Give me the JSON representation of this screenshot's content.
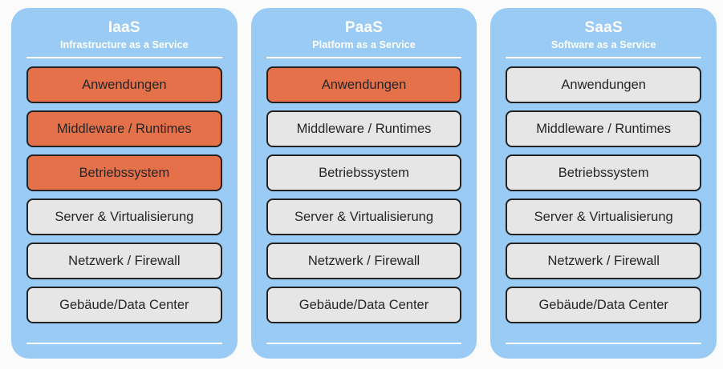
{
  "diagram": {
    "background_color": "#fbfbfb",
    "panel_color": "#9ACBF5",
    "highlight_color": "#E5714B",
    "neutral_color": "#E6E6E6",
    "border_color": "#222222",
    "header_text_color": "#ffffff",
    "label_text_color": "#262626"
  },
  "panels": [
    {
      "id": "iaas",
      "title": "IaaS",
      "subtitle": "Infrastructure as a Service",
      "layers": [
        {
          "label": "Anwendungen",
          "style": "highlight"
        },
        {
          "label": "Middleware / Runtimes",
          "style": "highlight"
        },
        {
          "label": "Betriebssystem",
          "style": "highlight"
        },
        {
          "label": "Server & Virtualisierung",
          "style": "neutral"
        },
        {
          "label": "Netzwerk / Firewall",
          "style": "neutral"
        },
        {
          "label": "Gebäude/Data Center",
          "style": "neutral"
        }
      ]
    },
    {
      "id": "paas",
      "title": "PaaS",
      "subtitle": "Platform as a Service",
      "layers": [
        {
          "label": "Anwendungen",
          "style": "highlight"
        },
        {
          "label": "Middleware / Runtimes",
          "style": "neutral"
        },
        {
          "label": "Betriebssystem",
          "style": "neutral"
        },
        {
          "label": "Server & Virtualisierung",
          "style": "neutral"
        },
        {
          "label": "Netzwerk / Firewall",
          "style": "neutral"
        },
        {
          "label": "Gebäude/Data Center",
          "style": "neutral"
        }
      ]
    },
    {
      "id": "saas",
      "title": "SaaS",
      "subtitle": "Software as a Service",
      "layers": [
        {
          "label": "Anwendungen",
          "style": "neutral"
        },
        {
          "label": "Middleware / Runtimes",
          "style": "neutral"
        },
        {
          "label": "Betriebssystem",
          "style": "neutral"
        },
        {
          "label": "Server & Virtualisierung",
          "style": "neutral"
        },
        {
          "label": "Netzwerk / Firewall",
          "style": "neutral"
        },
        {
          "label": "Gebäude/Data Center",
          "style": "neutral"
        }
      ]
    }
  ]
}
